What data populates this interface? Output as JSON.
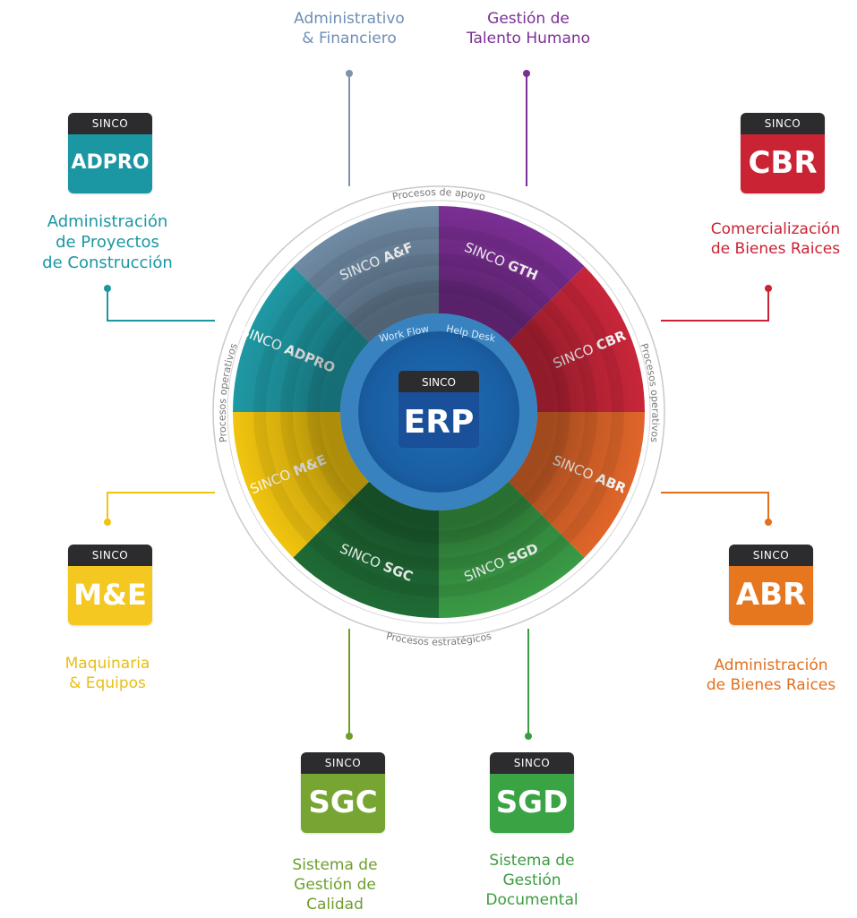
{
  "center": {
    "brand": "SINCO",
    "code": "ERP",
    "ring_left": "Work Flow",
    "ring_right": "Help Desk"
  },
  "outer_arcs": {
    "top": "Procesos de apoyo",
    "left": "Procesos operativos",
    "right": "Procesos operativos",
    "bottom": "Procesos estratégicos"
  },
  "segments": [
    {
      "prefix": "SINCO",
      "code": "A&F",
      "color": "#6f8aa3"
    },
    {
      "prefix": "SINCO",
      "code": "GTH",
      "color": "#7a2e93"
    },
    {
      "prefix": "SINCO",
      "code": "CBR",
      "color": "#c8263a"
    },
    {
      "prefix": "SINCO",
      "code": "ABR",
      "color": "#e0662a"
    },
    {
      "prefix": "SINCO",
      "code": "SGD",
      "color": "#3a9a45"
    },
    {
      "prefix": "SINCO",
      "code": "SGC",
      "color": "#1f6b35"
    },
    {
      "prefix": "SINCO",
      "code": "M&E",
      "color": "#f1c40f"
    },
    {
      "prefix": "SINCO",
      "code": "ADPRO",
      "color": "#1f98a3"
    }
  ],
  "badges": {
    "adpro": {
      "brand": "SINCO",
      "code": "ADPRO",
      "color": "#1b97a3"
    },
    "cbr": {
      "brand": "SINCO",
      "code": "CBR",
      "color": "#c92334"
    },
    "me": {
      "brand": "SINCO",
      "code": "M&E",
      "color": "#f4c820"
    },
    "abr": {
      "brand": "SINCO",
      "code": "ABR",
      "color": "#e7771f"
    },
    "sgc": {
      "brand": "SINCO",
      "code": "SGC",
      "color": "#77a532"
    },
    "sgd": {
      "brand": "SINCO",
      "code": "SGD",
      "color": "#3aa444"
    }
  },
  "labels": {
    "af": {
      "lines": [
        "Administrativo",
        "& Financiero"
      ],
      "color": "#6d8eb4"
    },
    "gth": {
      "lines": [
        "Gestión de",
        "Talento Humano"
      ],
      "color": "#7b2f95"
    },
    "adpro": {
      "lines": [
        "Administración",
        "de Proyectos",
        "de Construcción"
      ],
      "color": "#1b97a3"
    },
    "cbr": {
      "lines": [
        "Comercialización",
        "de Bienes Raices"
      ],
      "color": "#c92334"
    },
    "me": {
      "lines": [
        "Maquinaria",
        "& Equipos"
      ],
      "color": "#e8bf12"
    },
    "abr": {
      "lines": [
        "Administración",
        "de Bienes Raices"
      ],
      "color": "#e2701f"
    },
    "sgc": {
      "lines": [
        "Sistema de",
        "Gestión de",
        "Calidad"
      ],
      "color": "#6e9e2d"
    },
    "sgd": {
      "lines": [
        "Sistema de",
        "Gestión",
        "Documental"
      ],
      "color": "#3a9c40"
    }
  }
}
